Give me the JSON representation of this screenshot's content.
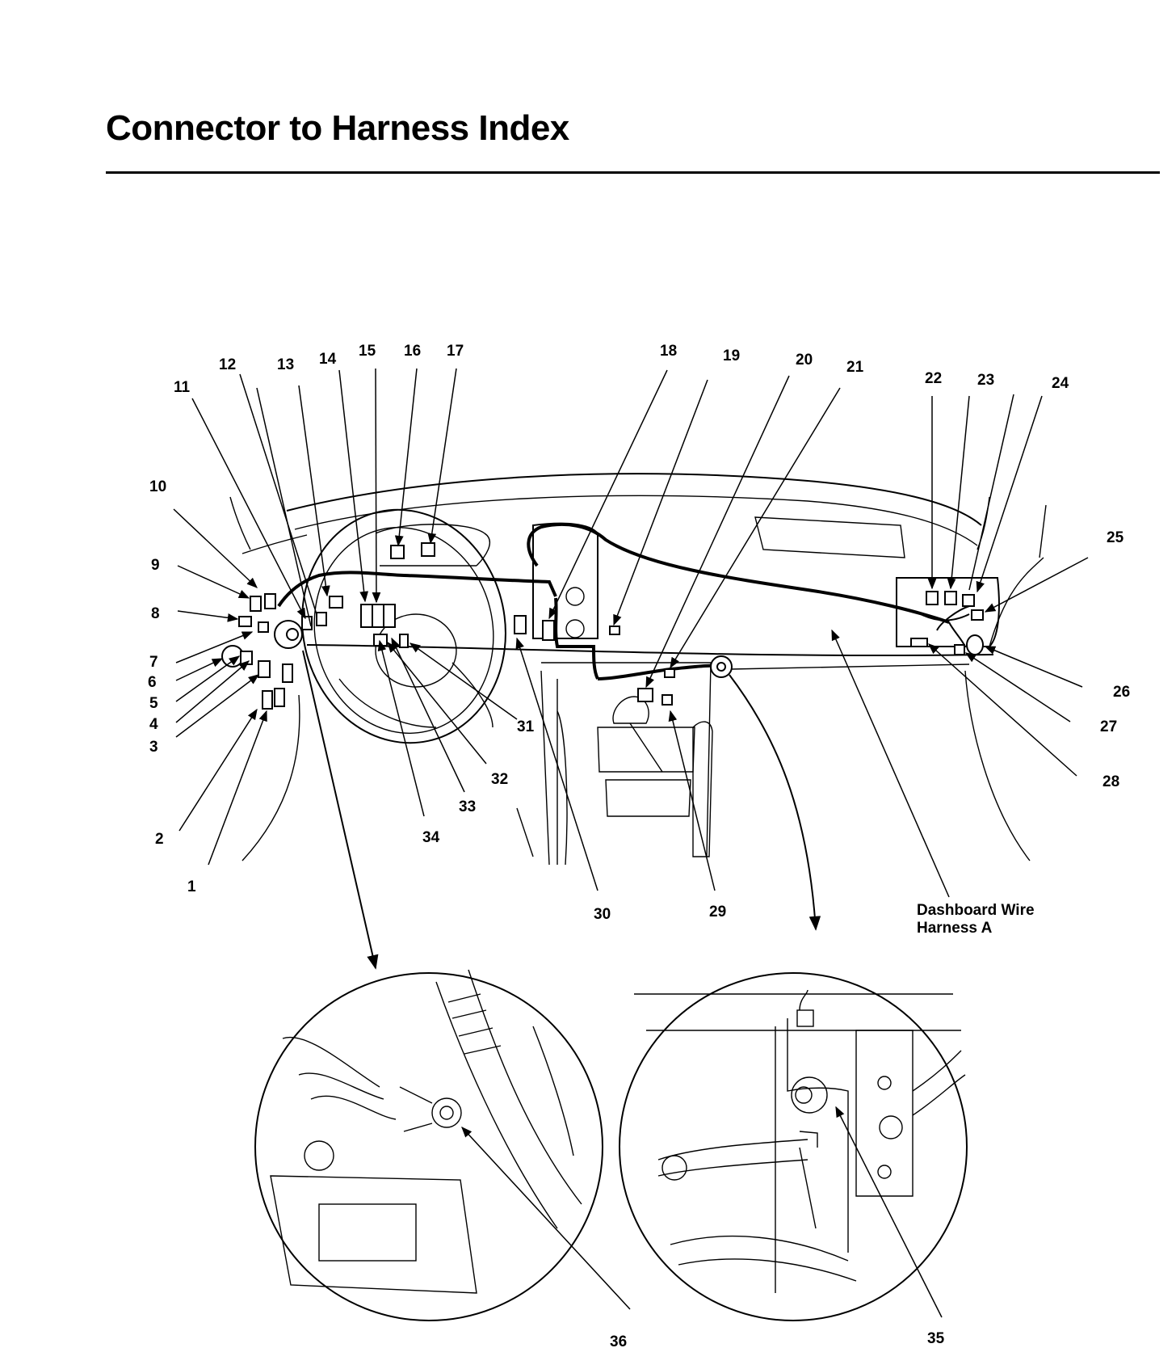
{
  "title": "Connector to Harness Index",
  "callouts": [
    "1",
    "2",
    "3",
    "4",
    "5",
    "6",
    "7",
    "8",
    "9",
    "10",
    "11",
    "12",
    "13",
    "14",
    "15",
    "16",
    "17",
    "18",
    "19",
    "20",
    "21",
    "22",
    "23",
    "24",
    "25",
    "26",
    "27",
    "28",
    "29",
    "30",
    "31",
    "32",
    "33",
    "34",
    "35",
    "36"
  ],
  "harness_label_line1": "Dashboard Wire",
  "harness_label_line2": "Harness A"
}
